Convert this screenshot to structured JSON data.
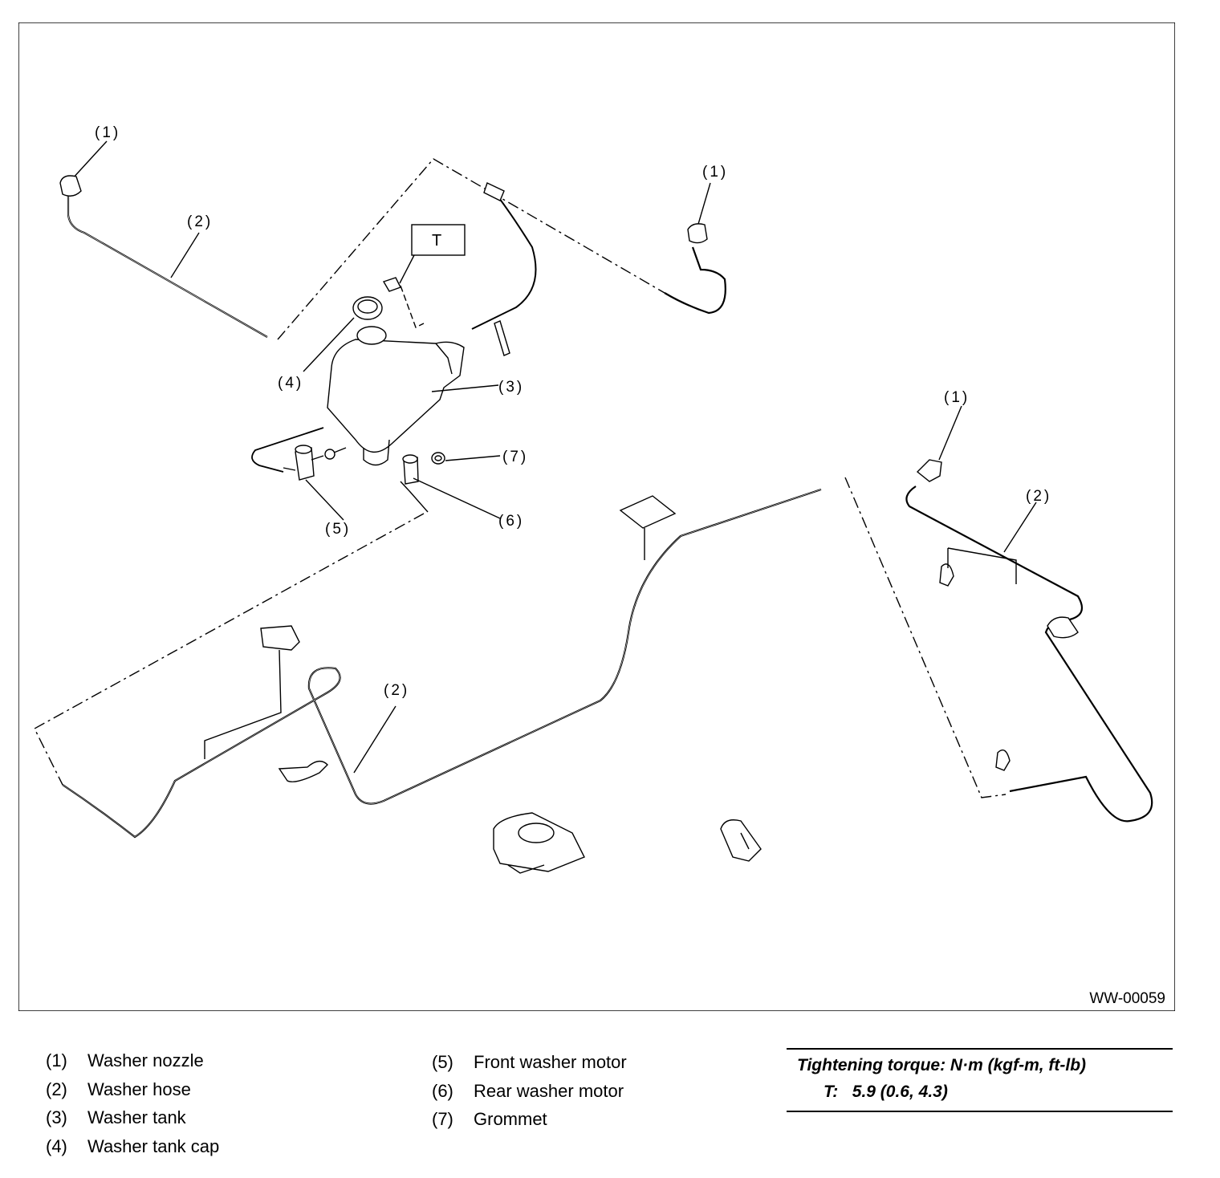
{
  "figure": {
    "id": "WW-00059",
    "callouts": {
      "nozzle": "(1)",
      "hose": "(2)",
      "tank": "(3)",
      "cap": "(4)",
      "front_motor": "(5)",
      "rear_motor": "(6)",
      "grommet": "(7)",
      "torque_tag": "T"
    }
  },
  "legend": {
    "left": [
      {
        "num": "(1)",
        "label": "Washer nozzle"
      },
      {
        "num": "(2)",
        "label": "Washer hose"
      },
      {
        "num": "(3)",
        "label": "Washer tank"
      },
      {
        "num": "(4)",
        "label": "Washer tank cap"
      }
    ],
    "right": [
      {
        "num": "(5)",
        "label": "Front washer motor"
      },
      {
        "num": "(6)",
        "label": "Rear washer motor"
      },
      {
        "num": "(7)",
        "label": "Grommet"
      }
    ]
  },
  "torque": {
    "title": "Tightening torque: N·m (kgf-m, ft-lb)",
    "value_line": "T:   5.9 (0.6, 4.3)"
  }
}
